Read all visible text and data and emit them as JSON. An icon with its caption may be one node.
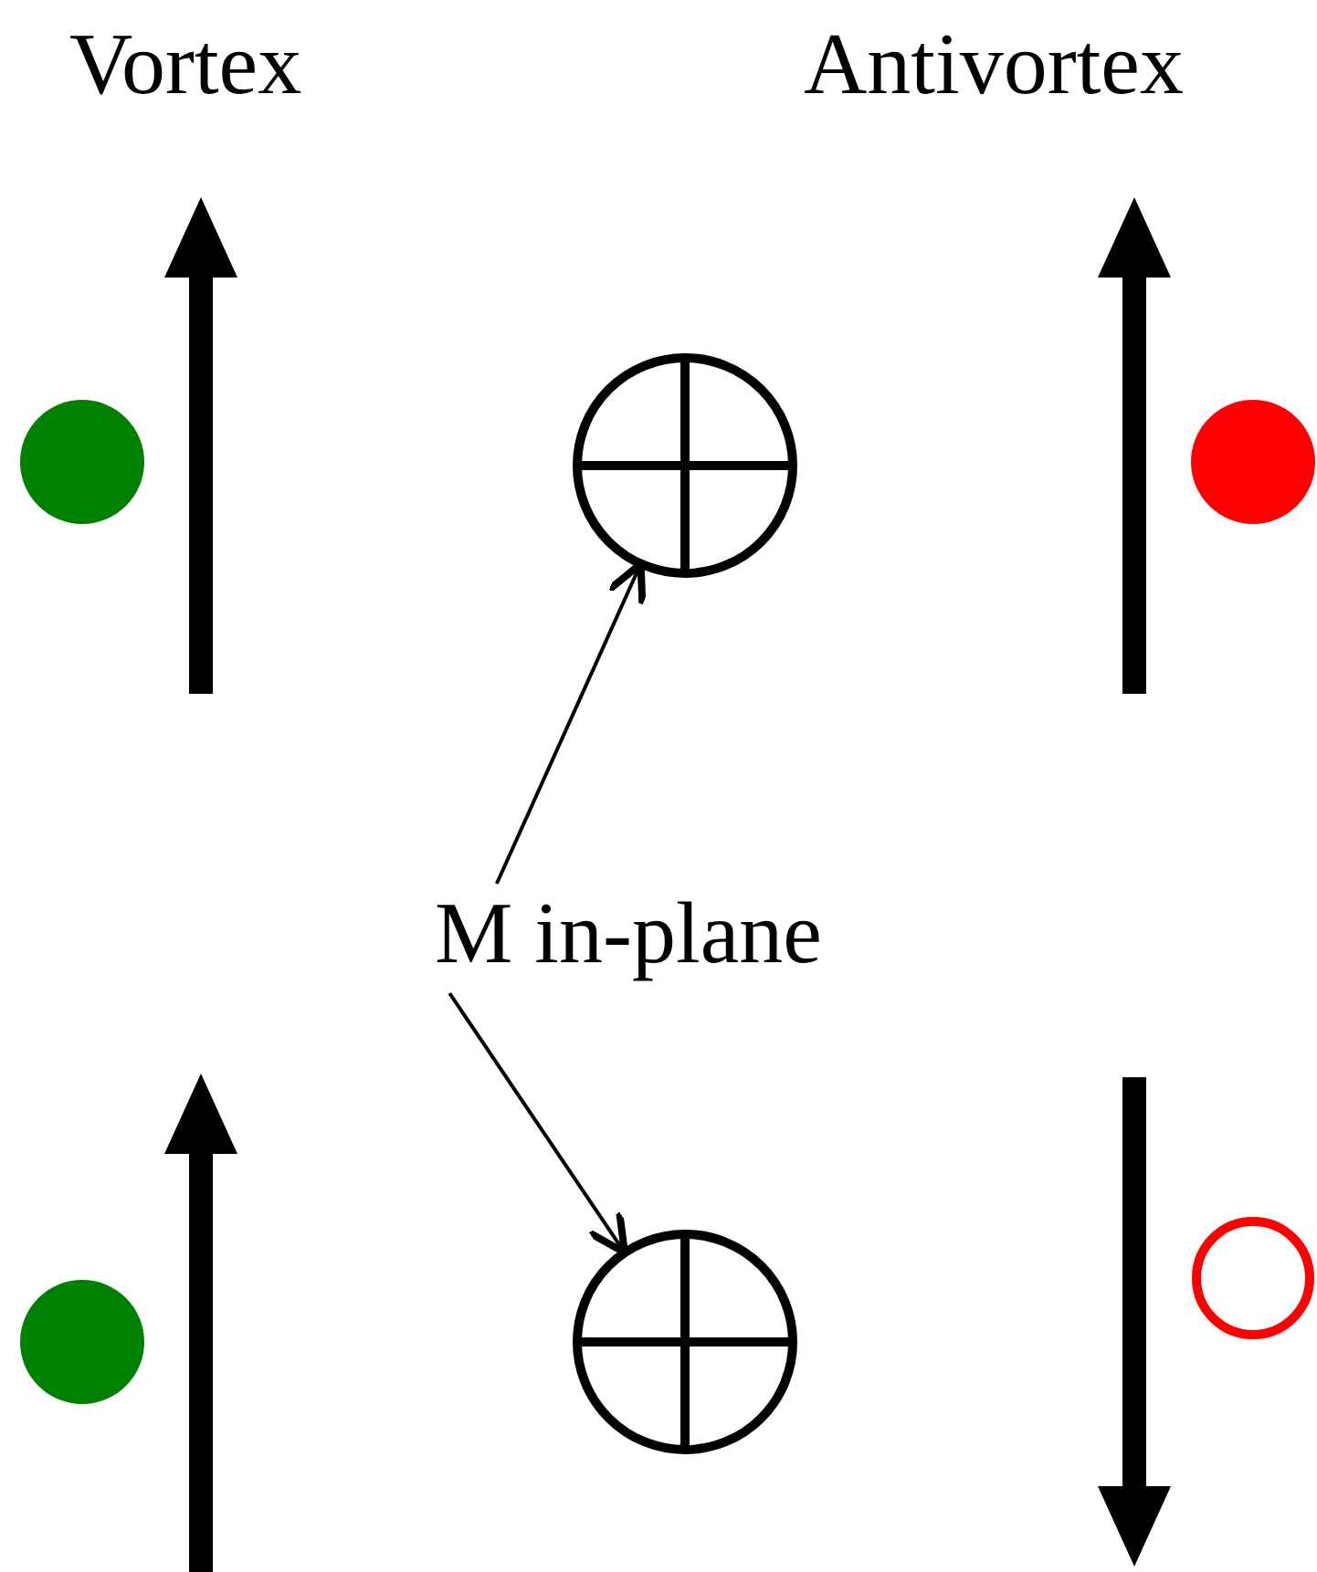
{
  "diagram": {
    "nodes": [
      {
        "text": [],
        "shape": "circle"
      },
      {
        "text": [
          "M in-plane"
        ]
      },
      {
        "text": [],
        "shape": "circle"
      }
    ],
    "edges": [
      {
        "from": 1,
        "to": 0,
        "arrow": "to"
      },
      {
        "from": 1,
        "to": 2,
        "arrow": "to"
      }
    ],
    "labels": [
      "Vortex",
      "Antivortex"
    ]
  }
}
